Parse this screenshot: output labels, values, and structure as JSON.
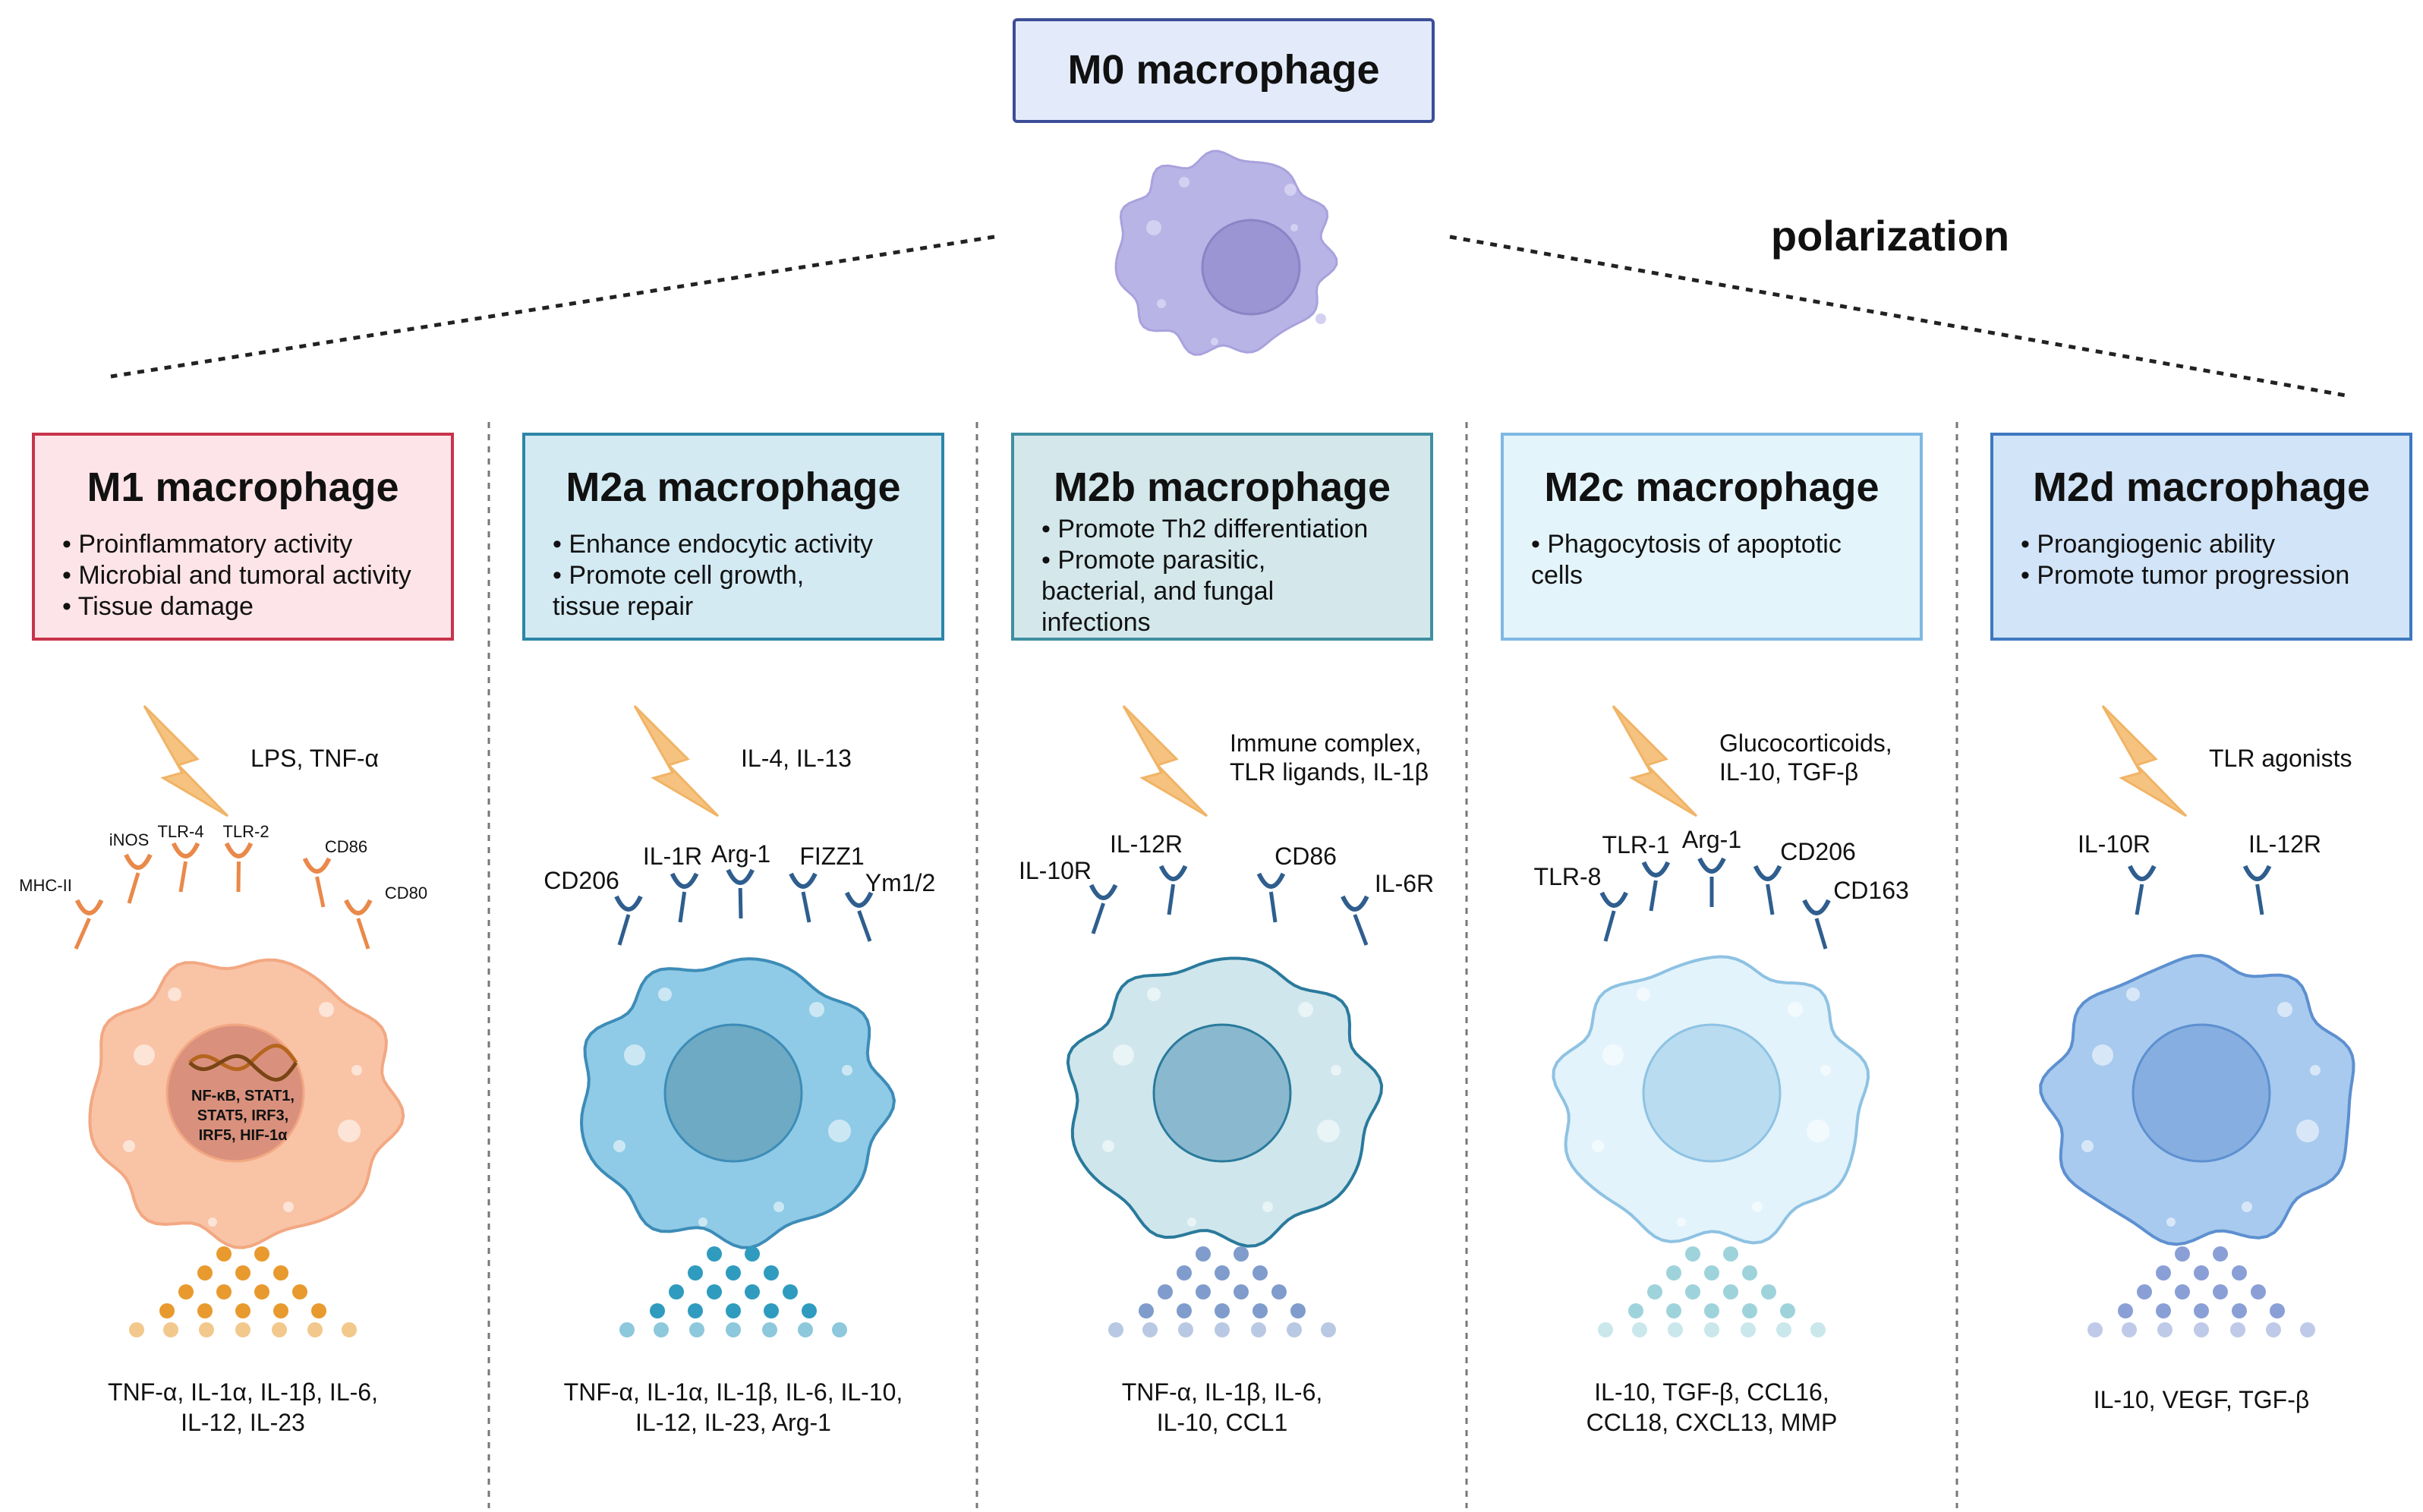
{
  "top": {
    "title": "M0 macrophage",
    "label": "polarization"
  },
  "panels": [
    {
      "id": "m1",
      "title": "M1 macrophage",
      "bullets": [
        "• Proinflammatory activity",
        "• Microbial and tumoral activity",
        "• Tissue damage"
      ],
      "stimulus": [
        "LPS, TNF-α"
      ],
      "receptors": [
        "MHC-II",
        "iNOS",
        "TLR-4",
        "TLR-2",
        "CD86",
        "CD80"
      ],
      "nucleus_text": [
        "NF-κB, STAT1,",
        "STAT5, IRF3,",
        "IRF5, HIF-1α"
      ],
      "secretions": [
        "TNF-α, IL-1α, IL-1β, IL-6,",
        "IL-12, IL-23"
      ],
      "colors": {
        "box_fill": "#fde4e8",
        "box_stroke": "#c8334c",
        "cell": "#f9c3a6",
        "cell_stroke": "#f2a882",
        "nucleus": "#d9917d",
        "receptor": "#e9894a",
        "dots": "#e89a2e"
      }
    },
    {
      "id": "m2a",
      "title": "M2a macrophage",
      "bullets": [
        "• Enhance endocytic activity",
        "• Promote cell growth,",
        "tissue  repair"
      ],
      "stimulus": [
        "IL-4, IL-13"
      ],
      "receptors": [
        "CD206",
        "IL-1R",
        "Arg-1",
        "FIZZ1",
        "Ym1/2"
      ],
      "nucleus_text": [],
      "secretions": [
        "TNF-α, IL-1α, IL-1β, IL-6, IL-10,",
        "IL-12, IL-23, Arg-1"
      ],
      "colors": {
        "box_fill": "#d3eaf3",
        "box_stroke": "#2d86a8",
        "cell": "#8fcbe6",
        "cell_stroke": "#3d8cb8",
        "nucleus": "#6eaac3",
        "receptor": "#2f5e8e",
        "dots": "#2f9bbf"
      }
    },
    {
      "id": "m2b",
      "title": "M2b macrophage",
      "bullets": [
        "• Promote Th2 differentiation",
        "• Promote parasitic,",
        "bacterial, and fungal",
        "infections"
      ],
      "stimulus": [
        "Immune complex,",
        "TLR ligands, IL-1β"
      ],
      "receptors": [
        "IL-10R",
        "IL-12R",
        "CD86",
        "IL-6R"
      ],
      "nucleus_text": [],
      "secretions": [
        "TNF-α, IL-1β, IL-6,",
        "IL-10, CCL1"
      ],
      "colors": {
        "box_fill": "#d4e8ec",
        "box_stroke": "#3f8fa0",
        "cell": "#cfe6ec",
        "cell_stroke": "#2a7a9c",
        "nucleus": "#8ab9cf",
        "receptor": "#2f5e8e",
        "dots": "#7f9ccc"
      }
    },
    {
      "id": "m2c",
      "title": "M2c macrophage",
      "bullets": [
        "• Phagocytosis of apoptotic",
        "cells"
      ],
      "stimulus": [
        "Glucocorticoids,",
        "IL-10, TGF-β"
      ],
      "receptors": [
        "TLR-8",
        "TLR-1",
        "Arg-1",
        "CD206",
        "CD163"
      ],
      "nucleus_text": [],
      "secretions": [
        "IL-10, TGF-β, CCL16,",
        "CCL18, CXCL13, MMP"
      ],
      "colors": {
        "box_fill": "#e4f4fb",
        "box_stroke": "#7fb8e3",
        "cell": "#e3f3fb",
        "cell_stroke": "#8ec2e3",
        "nucleus": "#b9dcf0",
        "receptor": "#2f5e8e",
        "dots": "#9fd3dc"
      }
    },
    {
      "id": "m2d",
      "title": "M2d macrophage",
      "bullets": [
        "• Proangiogenic ability",
        "• Promote tumor progression"
      ],
      "stimulus": [
        "TLR agonists"
      ],
      "receptors": [
        "IL-10R",
        "IL-12R"
      ],
      "nucleus_text": [],
      "secretions": [
        "IL-10, VEGF, TGF-β"
      ],
      "colors": {
        "box_fill": "#d2e4f7",
        "box_stroke": "#3f78c0",
        "cell": "#a8caee",
        "cell_stroke": "#5d90d0",
        "nucleus": "#86aee0",
        "receptor": "#2f5e8e",
        "dots": "#8a9fd6"
      }
    }
  ],
  "colors": {
    "m0_box_fill": "#e3ebfb",
    "m0_box_stroke": "#3c4e96",
    "m0_cell": "#b9b4e6",
    "m0_nucleus": "#9b95d3",
    "lightning": "#f6c27f"
  }
}
